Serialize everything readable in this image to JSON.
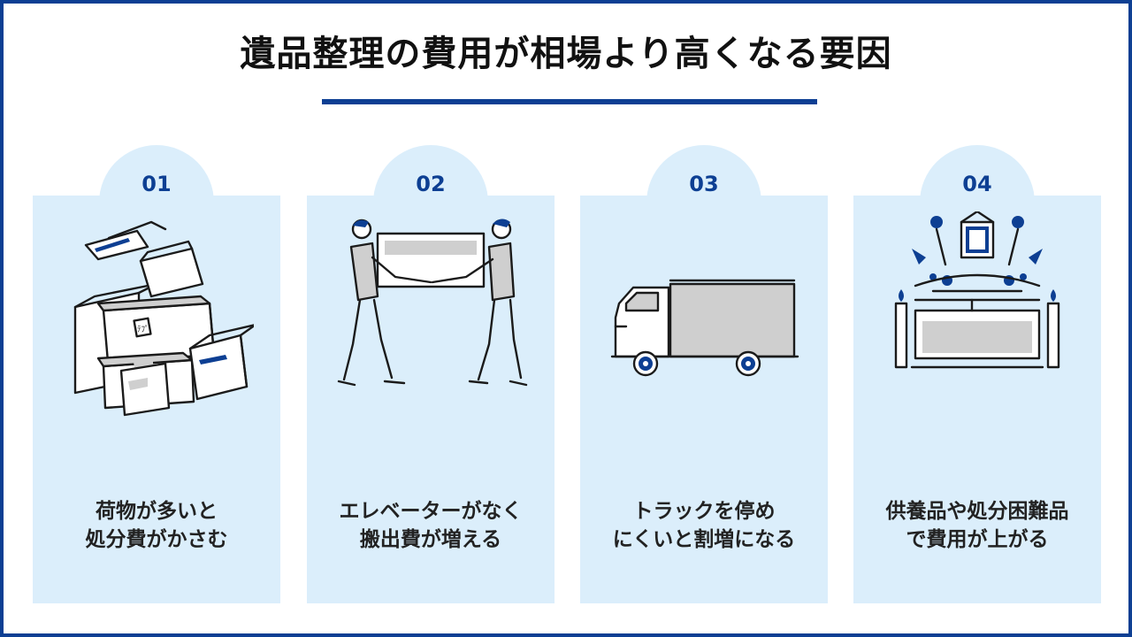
{
  "title": "遺品整理の費用が相場より高くなる要因",
  "colors": {
    "accent": "#0d3f93",
    "card_bg": "#dbeefb",
    "text": "#222222"
  },
  "cards": [
    {
      "number": "01",
      "line1": "荷物が多いと",
      "line2": "処分費がかさむ",
      "icon": "stacked-boxes-icon",
      "box_label": "ﾃﾌﾟ"
    },
    {
      "number": "02",
      "line1": "エレベーターがなく",
      "line2": "搬出費が増える",
      "icon": "two-movers-carrying-icon"
    },
    {
      "number": "03",
      "line1": "トラックを停め",
      "line2": "にくいと割増になる",
      "icon": "truck-icon"
    },
    {
      "number": "04",
      "line1": "供養品や処分困難品",
      "line2": "で費用が上がる",
      "icon": "buddhist-altar-icon"
    }
  ]
}
